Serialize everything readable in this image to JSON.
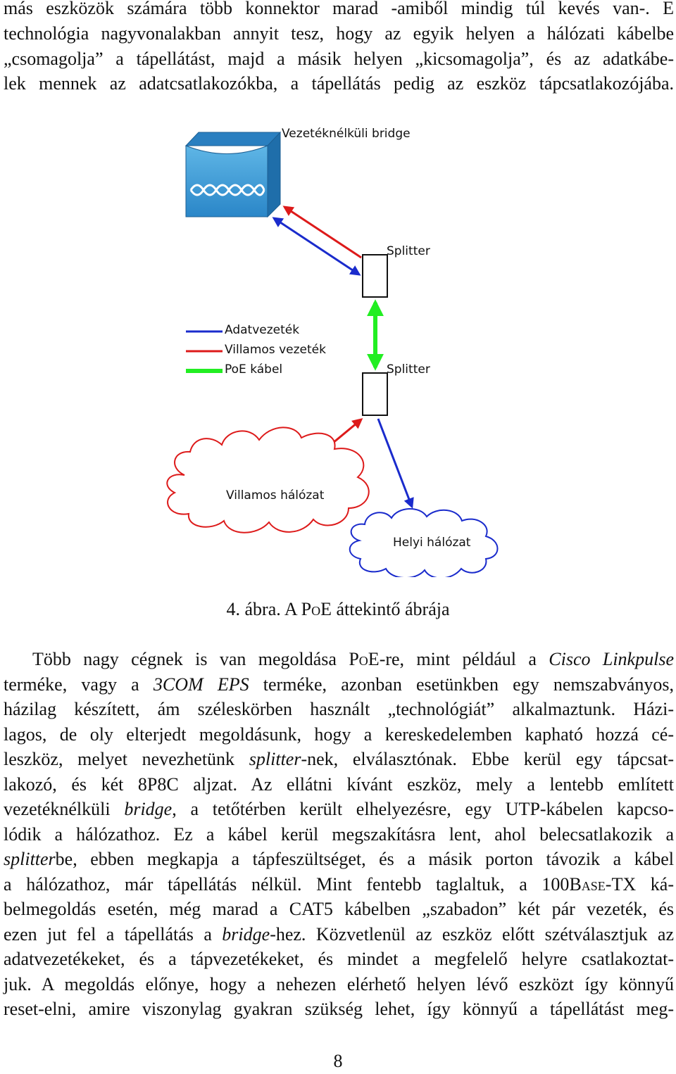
{
  "top_paragraph": {
    "lines": [
      "más eszközök számára több konnektor marad -amiből mindig túl kevés van-. E",
      "technológia nagyvonalakban annyit tesz, hogy az egyik helyen a hálózati kábelbe",
      "„csomagolja” a tápellátást, majd a másik helyen „kicsomagolja”, és az adatkábe-",
      "lek mennek az adatcsatlakozókba, a tápellátás pedig az eszköz tápcsatlakozójába."
    ]
  },
  "figure": {
    "labels": {
      "bridge": "Vezetéknélküli bridge",
      "splitter_top": "Splitter",
      "splitter_bottom": "Splitter",
      "power_network": "Villamos hálózat",
      "local_network": "Helyi hálózat"
    },
    "legend": [
      {
        "label": "Adatvezeték",
        "color": "#1a2bcc"
      },
      {
        "label": "Villamos vezeték",
        "color": "#dd1a1a"
      },
      {
        "label": "PoE kábel",
        "color": "#22ee22"
      }
    ],
    "colors": {
      "data": "#1a2bcc",
      "power": "#dd1a1a",
      "poe": "#22ee22",
      "bridge": "#2f8fcf"
    },
    "icons": [
      "wireless-bridge-icon",
      "splitter-box",
      "cloud-shape"
    ]
  },
  "caption": {
    "number": "4. ábra.",
    "prefix": "A",
    "poe": "PoE",
    "rest": "áttekintő ábrája"
  },
  "body": {
    "l1_a": "Több nagy cégnek is van megoldása ",
    "l1_poe": "PoE",
    "l1_b": "-re, mint például a ",
    "l1_c": "Cisco Linkpulse",
    "l2_a": "terméke, vagy a ",
    "l2_b": "3COM EPS",
    "l2_c": " terméke, azonban esetünkben egy nemszabványos,",
    "l3": "házilag készített, ám széleskörben használt „technológiát” alkalmaztunk. Házi-",
    "l4": "lagos, de oly elterjedt megoldásunk, hogy a kereskedelemben kapható hozzá cé-",
    "l5_a": "leszköz, melyet nevezhetünk ",
    "l5_b": "splitter",
    "l5_c": "-nek, elválasztónak. Ebbe kerül egy tápcsat-",
    "l6": "lakozó, és két 8P8C aljzat. Az ellátni kívánt eszköz, mely a lentebb említett",
    "l7_a": "vezetéknélküli ",
    "l7_b": "bridge",
    "l7_c": ", a tetőtérben került elhelyezésre, egy UTP-kábelen kapcso-",
    "l8": "lódik a hálózathoz. Ez a kábel kerül megszakításra lent, ahol belecsatlakozik a",
    "l9_a": "splitter",
    "l9_b": "be, ebben megkapja a tápfeszültséget, és a másik porton távozik a kábel",
    "l10_a": "a hálózathoz, már tápellátás nélkül. Mint fentebb taglaltuk, a 100",
    "l10_base": "Base",
    "l10_b": "-TX ká-",
    "l11": "belmegoldás esetén, még marad a CAT5 kábelben „szabadon” két pár vezeték, és",
    "l12_a": "ezen jut fel a tápellátás a ",
    "l12_b": "bridge",
    "l12_c": "-hez. Közvetlenül az eszköz előtt szétválasztjuk az",
    "l13": "adatvezetékeket, és a tápvezetékeket, és mindet a megfelelő helyre csatlakoztat-",
    "l14": "juk. A megoldás előnye, hogy a nehezen elérhető helyen lévő eszközt így könnyű",
    "l15": "reset-elni, amire viszonylag gyakran szükség lehet, így könnyű a tápellátást meg-"
  },
  "page_number": "8"
}
